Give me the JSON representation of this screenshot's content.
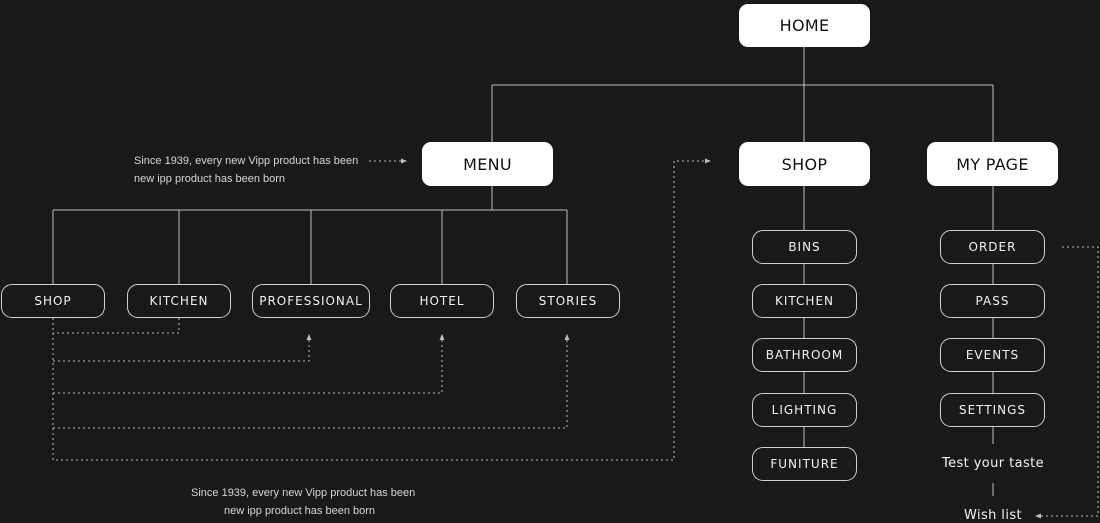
{
  "colors": {
    "background": "#1a1919",
    "primary_fill": "#ffffff",
    "primary_text": "#111111",
    "outline": "#cfcfcf",
    "line": "#bdbdbd",
    "text": "#f2f2f2"
  },
  "nodes": {
    "home": "HOME",
    "menu": "MENU",
    "shop": "SHOP",
    "my_page": "MY PAGE",
    "menu_children": [
      "SHOP",
      "KITCHEN",
      "PROFESSIONAL",
      "HOTEL",
      "STORIES"
    ],
    "shop_children": [
      "BINS",
      "KITCHEN",
      "BATHROOM",
      "LIGHTING",
      "FUNITURE"
    ],
    "my_page_children": [
      "ORDER",
      "PASS",
      "EVENTS",
      "SETTINGS"
    ],
    "my_page_text_items": [
      "Test your taste",
      "Wish list"
    ]
  },
  "notes": [
    {
      "line1": "Since 1939, every new Vipp product has been",
      "line2": "new ipp product has been born"
    },
    {
      "line1": "Since 1939, every new Vipp product has been",
      "line2": "new ipp product has been born"
    }
  ]
}
